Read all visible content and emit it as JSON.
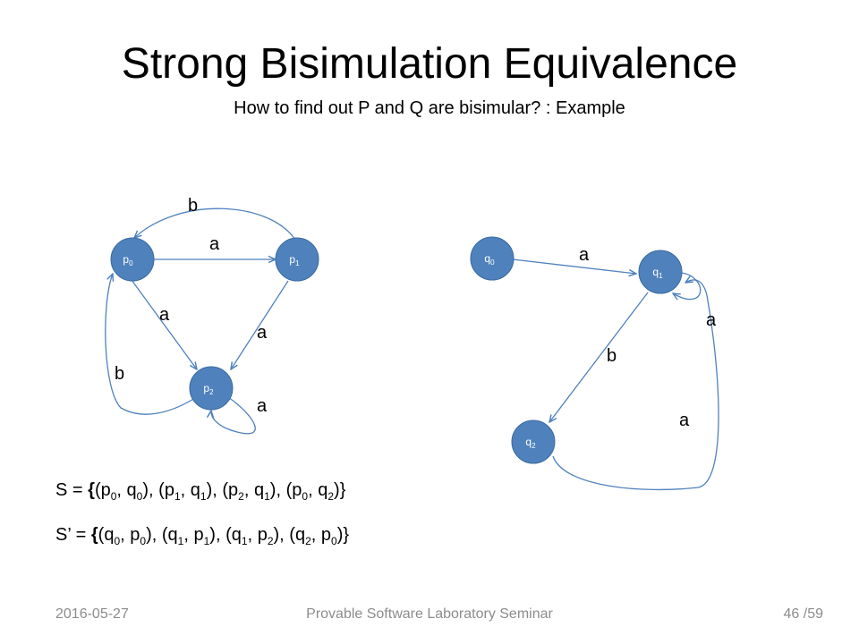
{
  "slide": {
    "title": "Strong Bisimulation Equivalence",
    "subtitle": "How to find out P and Q are bisimular? : Example"
  },
  "diagram": {
    "node_color": "#4f81bd",
    "edge_color": "#4f81bd",
    "p_graph": {
      "nodes": [
        {
          "id": "p0",
          "base": "p",
          "sub": "0"
        },
        {
          "id": "p1",
          "base": "p",
          "sub": "1"
        },
        {
          "id": "p2",
          "base": "p",
          "sub": "2"
        }
      ],
      "edges": [
        {
          "from": "p0",
          "to": "p1",
          "label": "a"
        },
        {
          "from": "p1",
          "to": "p0",
          "label": "b"
        },
        {
          "from": "p0",
          "to": "p2",
          "label": "a"
        },
        {
          "from": "p1",
          "to": "p2",
          "label": "a"
        },
        {
          "from": "p2",
          "to": "p0",
          "label": "b"
        },
        {
          "from": "p2",
          "to": "p2",
          "label": "a"
        }
      ]
    },
    "q_graph": {
      "nodes": [
        {
          "id": "q0",
          "base": "q",
          "sub": "0"
        },
        {
          "id": "q1",
          "base": "q",
          "sub": "1"
        },
        {
          "id": "q2",
          "base": "q",
          "sub": "2"
        }
      ],
      "edges": [
        {
          "from": "q0",
          "to": "q1",
          "label": "a"
        },
        {
          "from": "q1",
          "to": "q1",
          "label": "a"
        },
        {
          "from": "q1",
          "to": "q2",
          "label": "b"
        },
        {
          "from": "q2",
          "to": "q1",
          "label": "a"
        }
      ]
    }
  },
  "relations": {
    "s": {
      "prefix": "S = ",
      "open": "{",
      "pairs": [
        [
          {
            "b": "p",
            "s": "0"
          },
          {
            "b": "q",
            "s": "0"
          }
        ],
        [
          {
            "b": "p",
            "s": "1"
          },
          {
            "b": "q",
            "s": "1"
          }
        ],
        [
          {
            "b": "p",
            "s": "2"
          },
          {
            "b": "q",
            "s": "1"
          }
        ],
        [
          {
            "b": "p",
            "s": "0"
          },
          {
            "b": "q",
            "s": "2"
          }
        ]
      ],
      "close": "}"
    },
    "s_prime": {
      "prefix": "S’ = ",
      "open": "{",
      "pairs": [
        [
          {
            "b": "q",
            "s": "0"
          },
          {
            "b": "p",
            "s": "0"
          }
        ],
        [
          {
            "b": "q",
            "s": "1"
          },
          {
            "b": "p",
            "s": "1"
          }
        ],
        [
          {
            "b": "q",
            "s": "1"
          },
          {
            "b": "p",
            "s": "2"
          }
        ],
        [
          {
            "b": "q",
            "s": "2"
          },
          {
            "b": "p",
            "s": "0"
          }
        ]
      ],
      "close": "}"
    }
  },
  "footer": {
    "date": "2016-05-27",
    "center": "Provable Software Laboratory Seminar",
    "page": "46",
    "total": "/59"
  }
}
